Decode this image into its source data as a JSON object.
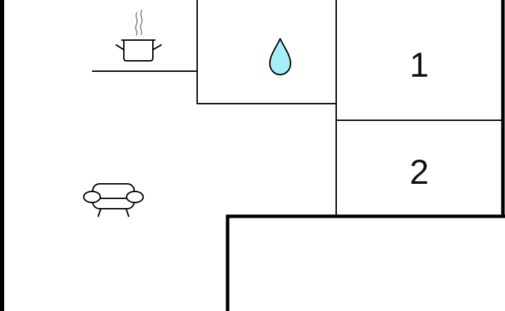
{
  "floor_plan": {
    "rooms": [
      {
        "id": "bedroom-1",
        "label": "1"
      },
      {
        "id": "bedroom-2",
        "label": "2"
      }
    ],
    "icons": [
      {
        "room": "kitchen",
        "icon": "cooking-pot-icon"
      },
      {
        "room": "bathroom",
        "icon": "water-drop-icon"
      },
      {
        "room": "living-room",
        "icon": "sofa-icon"
      }
    ],
    "colors": {
      "wall": "#000000",
      "water_drop": "#a8eef7"
    }
  }
}
